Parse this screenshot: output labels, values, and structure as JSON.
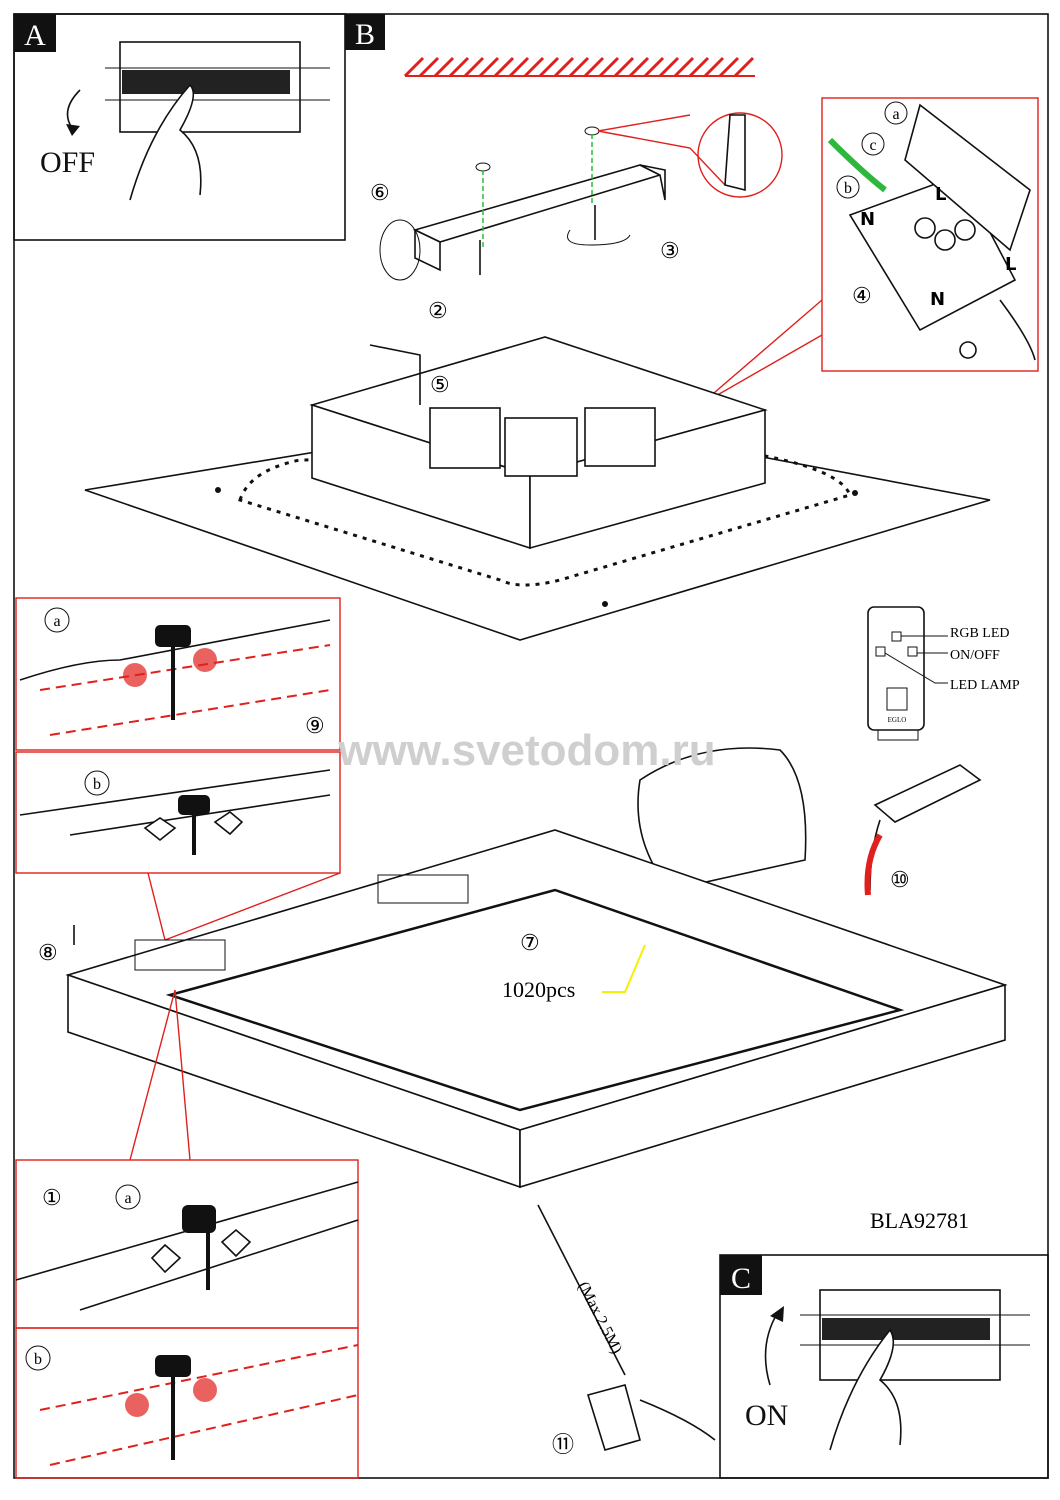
{
  "panels": {
    "A": {
      "letter": "A",
      "caption": "OFF"
    },
    "B": {
      "letter": "B"
    },
    "C": {
      "letter": "C",
      "caption": "ON"
    }
  },
  "steps": [
    "①",
    "②",
    "③",
    "④",
    "⑤",
    "⑥",
    "⑦",
    "⑧",
    "⑨",
    "⑩",
    "⑪"
  ],
  "sub_labels": {
    "a": "a",
    "b": "b",
    "c": "c"
  },
  "wiring": {
    "live": "L",
    "neutral": "N"
  },
  "remote_receiver": {
    "rgb_led": "RGB LED",
    "on_off": "ON/OFF",
    "led_lamp": "LED LAMP",
    "brand": "EGLO"
  },
  "parts_count": "1020pcs",
  "model_code": "BLA92781",
  "remote_range": "(Max 2.5M)",
  "watermark": "www.svetodom.ru",
  "colors": {
    "highlight_red": "#e0201c",
    "arrow_yellow": "#f5f000",
    "drill_green": "#2db83d"
  }
}
